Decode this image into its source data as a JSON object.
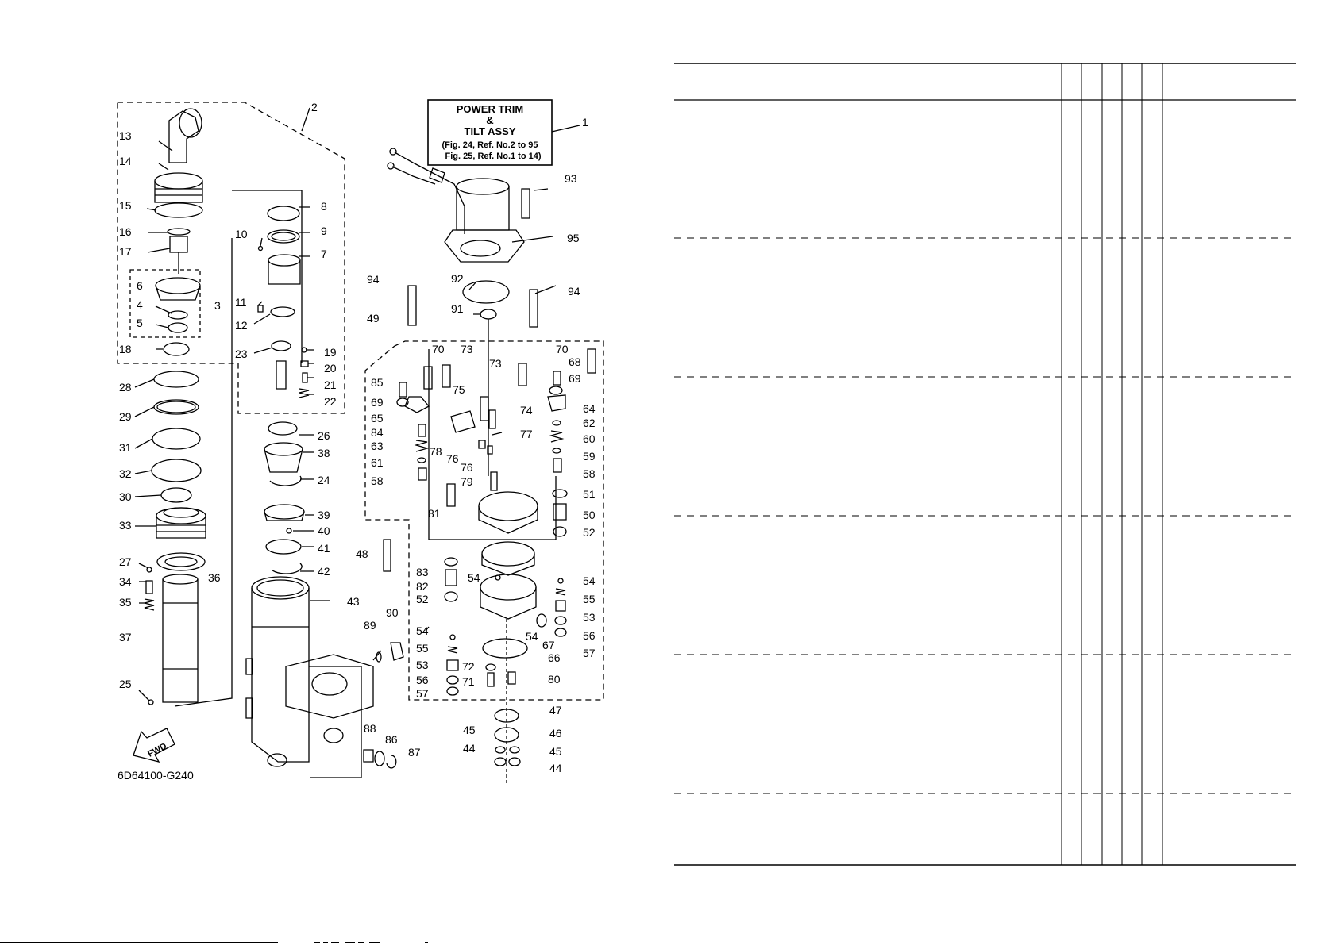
{
  "diagram": {
    "code": "6D64100-G240",
    "fwd_label": "FWD",
    "title_box": {
      "line1": "POWER TRIM",
      "line2": "&",
      "line3": "TILT ASSY",
      "line4": "(Fig. 24, Ref. No.2 to 95",
      "line5": "Fig. 25, Ref. No.1 to 14)"
    },
    "callouts": [
      {
        "id": "c1",
        "text": "1"
      },
      {
        "id": "c2",
        "text": "2"
      },
      {
        "id": "c3",
        "text": "3"
      },
      {
        "id": "c4",
        "text": "4"
      },
      {
        "id": "c5",
        "text": "5"
      },
      {
        "id": "c6",
        "text": "6"
      },
      {
        "id": "c7",
        "text": "7"
      },
      {
        "id": "c8",
        "text": "8"
      },
      {
        "id": "c9",
        "text": "9"
      },
      {
        "id": "c10",
        "text": "10"
      },
      {
        "id": "c11",
        "text": "11"
      },
      {
        "id": "c12",
        "text": "12"
      },
      {
        "id": "c13",
        "text": "13"
      },
      {
        "id": "c14",
        "text": "14"
      },
      {
        "id": "c15",
        "text": "15"
      },
      {
        "id": "c16",
        "text": "16"
      },
      {
        "id": "c17",
        "text": "17"
      },
      {
        "id": "c18",
        "text": "18"
      },
      {
        "id": "c19",
        "text": "19"
      },
      {
        "id": "c20",
        "text": "20"
      },
      {
        "id": "c21",
        "text": "21"
      },
      {
        "id": "c22",
        "text": "22"
      },
      {
        "id": "c23",
        "text": "23"
      },
      {
        "id": "c24",
        "text": "24"
      },
      {
        "id": "c25",
        "text": "25"
      },
      {
        "id": "c26",
        "text": "26"
      },
      {
        "id": "c27",
        "text": "27"
      },
      {
        "id": "c28",
        "text": "28"
      },
      {
        "id": "c29",
        "text": "29"
      },
      {
        "id": "c30",
        "text": "30"
      },
      {
        "id": "c31",
        "text": "31"
      },
      {
        "id": "c32",
        "text": "32"
      },
      {
        "id": "c33",
        "text": "33"
      },
      {
        "id": "c34",
        "text": "34"
      },
      {
        "id": "c35",
        "text": "35"
      },
      {
        "id": "c36",
        "text": "36"
      },
      {
        "id": "c37",
        "text": "37"
      },
      {
        "id": "c38",
        "text": "38"
      },
      {
        "id": "c39",
        "text": "39"
      },
      {
        "id": "c40",
        "text": "40"
      },
      {
        "id": "c41",
        "text": "41"
      },
      {
        "id": "c42",
        "text": "42"
      },
      {
        "id": "c43",
        "text": "43"
      },
      {
        "id": "c44a",
        "text": "44"
      },
      {
        "id": "c44b",
        "text": "44"
      },
      {
        "id": "c45a",
        "text": "45"
      },
      {
        "id": "c45b",
        "text": "45"
      },
      {
        "id": "c46",
        "text": "46"
      },
      {
        "id": "c47",
        "text": "47"
      },
      {
        "id": "c48",
        "text": "48"
      },
      {
        "id": "c49",
        "text": "49"
      },
      {
        "id": "c50",
        "text": "50"
      },
      {
        "id": "c51",
        "text": "51"
      },
      {
        "id": "c52a",
        "text": "52"
      },
      {
        "id": "c52b",
        "text": "52"
      },
      {
        "id": "c53a",
        "text": "53"
      },
      {
        "id": "c53b",
        "text": "53"
      },
      {
        "id": "c54a",
        "text": "54"
      },
      {
        "id": "c54b",
        "text": "54"
      },
      {
        "id": "c54c",
        "text": "54"
      },
      {
        "id": "c54d",
        "text": "54"
      },
      {
        "id": "c55a",
        "text": "55"
      },
      {
        "id": "c55b",
        "text": "55"
      },
      {
        "id": "c56a",
        "text": "56"
      },
      {
        "id": "c56b",
        "text": "56"
      },
      {
        "id": "c57a",
        "text": "57"
      },
      {
        "id": "c57b",
        "text": "57"
      },
      {
        "id": "c58a",
        "text": "58"
      },
      {
        "id": "c58b",
        "text": "58"
      },
      {
        "id": "c59",
        "text": "59"
      },
      {
        "id": "c60",
        "text": "60"
      },
      {
        "id": "c61",
        "text": "61"
      },
      {
        "id": "c62",
        "text": "62"
      },
      {
        "id": "c63",
        "text": "63"
      },
      {
        "id": "c64",
        "text": "64"
      },
      {
        "id": "c65",
        "text": "65"
      },
      {
        "id": "c66",
        "text": "66"
      },
      {
        "id": "c67",
        "text": "67"
      },
      {
        "id": "c68",
        "text": "68"
      },
      {
        "id": "c69a",
        "text": "69"
      },
      {
        "id": "c69b",
        "text": "69"
      },
      {
        "id": "c70a",
        "text": "70"
      },
      {
        "id": "c70b",
        "text": "70"
      },
      {
        "id": "c71",
        "text": "71"
      },
      {
        "id": "c72",
        "text": "72"
      },
      {
        "id": "c73a",
        "text": "73"
      },
      {
        "id": "c73b",
        "text": "73"
      },
      {
        "id": "c74",
        "text": "74"
      },
      {
        "id": "c75",
        "text": "75"
      },
      {
        "id": "c76a",
        "text": "76"
      },
      {
        "id": "c76b",
        "text": "76"
      },
      {
        "id": "c77",
        "text": "77"
      },
      {
        "id": "c78",
        "text": "78"
      },
      {
        "id": "c79",
        "text": "79"
      },
      {
        "id": "c80",
        "text": "80"
      },
      {
        "id": "c81",
        "text": "81"
      },
      {
        "id": "c82",
        "text": "82"
      },
      {
        "id": "c83",
        "text": "83"
      },
      {
        "id": "c84",
        "text": "84"
      },
      {
        "id": "c85",
        "text": "85"
      },
      {
        "id": "c86",
        "text": "86"
      },
      {
        "id": "c87",
        "text": "87"
      },
      {
        "id": "c88",
        "text": "88"
      },
      {
        "id": "c89",
        "text": "89"
      },
      {
        "id": "c90",
        "text": "90"
      },
      {
        "id": "c91",
        "text": "91"
      },
      {
        "id": "c92",
        "text": "92"
      },
      {
        "id": "c93",
        "text": "93"
      },
      {
        "id": "c94a",
        "text": "94"
      },
      {
        "id": "c94b",
        "text": "94"
      },
      {
        "id": "c95",
        "text": "95"
      }
    ]
  },
  "parts_table": {
    "narrow_columns": 5,
    "row_groups": 6
  },
  "colors": {
    "ink": "#000000",
    "paper": "#ffffff"
  }
}
